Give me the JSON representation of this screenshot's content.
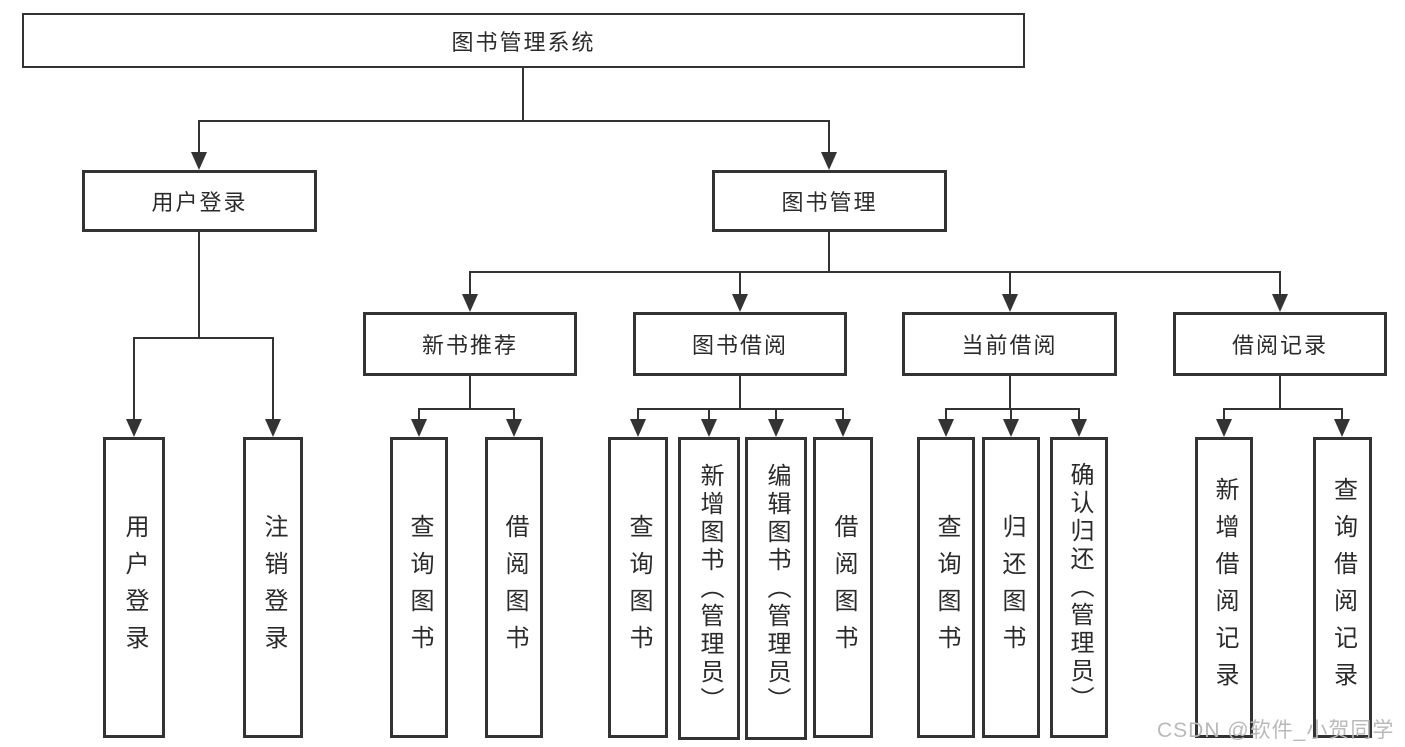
{
  "tree": {
    "root": "图书管理系统",
    "branches": [
      {
        "label": "用户登录",
        "children": [
          "用户登录",
          "注销登录"
        ]
      },
      {
        "label": "图书管理",
        "groups": [
          {
            "label": "新书推荐",
            "children": [
              "查询图书",
              "借阅图书"
            ]
          },
          {
            "label": "图书借阅",
            "children": [
              "查询图书",
              "新增图书（管理员）",
              "编辑图书（管理员）",
              "借阅图书"
            ]
          },
          {
            "label": "当前借阅",
            "children": [
              "查询图书",
              "归还图书",
              "确认归还（管理员）"
            ]
          },
          {
            "label": "借阅记录",
            "children": [
              "新增借阅记录",
              "查询借阅记录"
            ]
          }
        ]
      }
    ]
  },
  "watermark": {
    "text": "CSDN @软件_小贺同学",
    "color": "#b9b9b9"
  },
  "colors": {
    "line": "#333333",
    "text": "#2b2b2b",
    "background": "#ffffff"
  }
}
